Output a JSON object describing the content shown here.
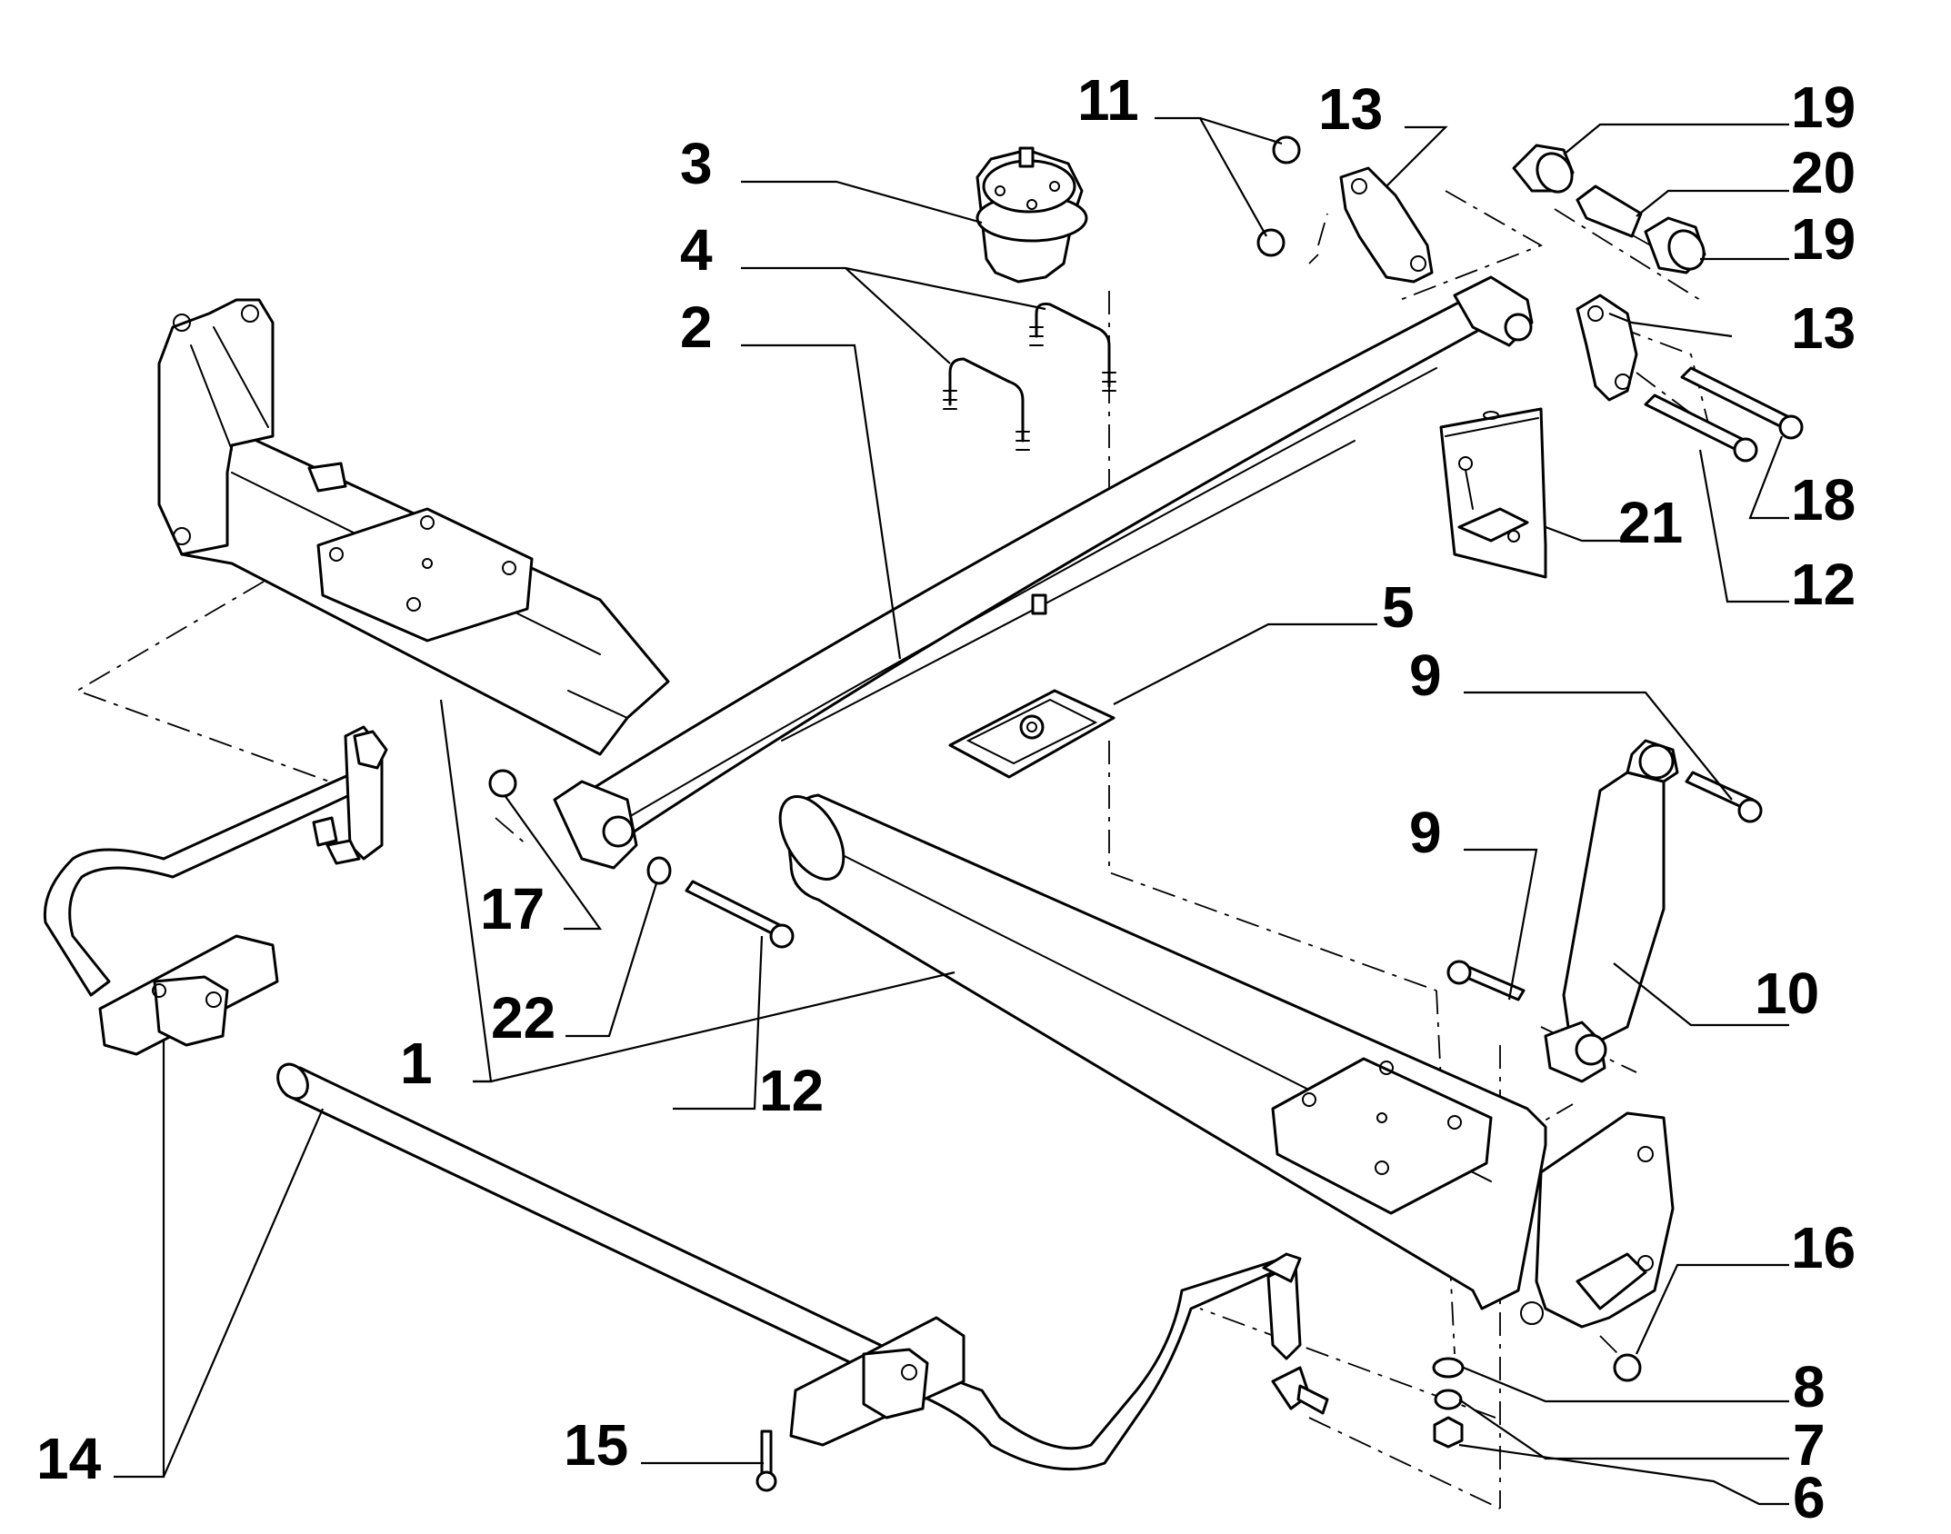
{
  "diagram": {
    "type": "exploded-parts-diagram",
    "line_color": "#000000",
    "background": "#ffffff",
    "callouts": {
      "c1": "1",
      "c2": "2",
      "c3": "3",
      "c4": "4",
      "c5": "5",
      "c6": "6",
      "c7": "7",
      "c8": "8",
      "c9a": "9",
      "c9b": "9",
      "c10": "10",
      "c11": "11",
      "c12a": "12",
      "c12b": "12",
      "c13a": "13",
      "c13b": "13",
      "c14": "14",
      "c15": "15",
      "c16": "16",
      "c17": "17",
      "c18": "18",
      "c19a": "19",
      "c19b": "19",
      "c20": "20",
      "c21": "21",
      "c22": "22"
    }
  }
}
